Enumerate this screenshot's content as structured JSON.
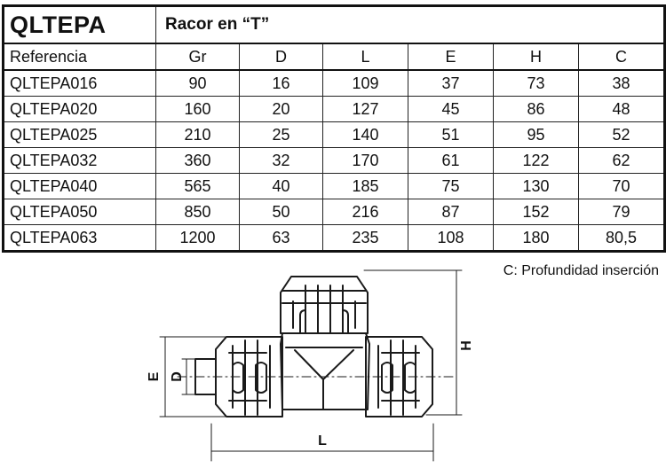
{
  "product": {
    "code": "QLTEPA",
    "description": "Racor en “T”"
  },
  "table": {
    "headers": [
      "Referencia",
      "Gr",
      "D",
      "L",
      "E",
      "H",
      "C"
    ],
    "rows": [
      [
        "QLTEPA016",
        "90",
        "16",
        "109",
        "37",
        "73",
        "38"
      ],
      [
        "QLTEPA020",
        "160",
        "20",
        "127",
        "45",
        "86",
        "48"
      ],
      [
        "QLTEPA025",
        "210",
        "25",
        "140",
        "51",
        "95",
        "52"
      ],
      [
        "QLTEPA032",
        "360",
        "32",
        "170",
        "61",
        "122",
        "62"
      ],
      [
        "QLTEPA040",
        "565",
        "40",
        "185",
        "75",
        "130",
        "70"
      ],
      [
        "QLTEPA050",
        "850",
        "50",
        "216",
        "87",
        "152",
        "79"
      ],
      [
        "QLTEPA063",
        "1200",
        "63",
        "235",
        "108",
        "180",
        "80,5"
      ]
    ]
  },
  "diagram": {
    "note": "C: Profundidad inserción",
    "dim_labels": {
      "E": "E",
      "D": "D",
      "L": "L",
      "H": "H"
    }
  }
}
